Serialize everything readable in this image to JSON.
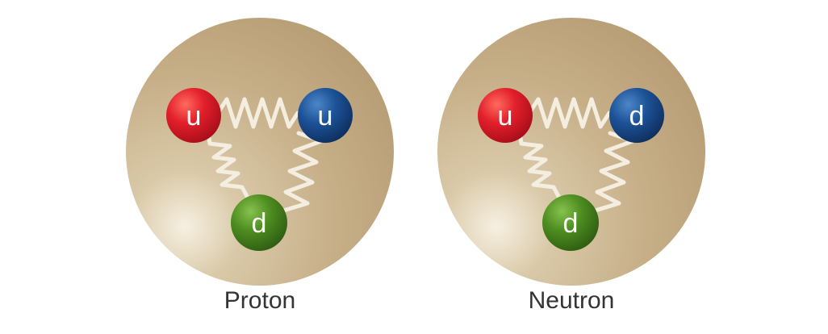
{
  "colors": {
    "background": "#ffffff",
    "nucleon_tan": "#c8b28f",
    "quark_red": "#d7182a",
    "quark_blue": "#1a4c8f",
    "quark_green": "#4c8a1e",
    "gluon_spring": "#f3eedf"
  },
  "particles": [
    {
      "name": "Proton",
      "quarks": [
        {
          "flavor": "u",
          "color": "red"
        },
        {
          "flavor": "u",
          "color": "blue"
        },
        {
          "flavor": "d",
          "color": "green"
        }
      ]
    },
    {
      "name": "Neutron",
      "quarks": [
        {
          "flavor": "u",
          "color": "red"
        },
        {
          "flavor": "d",
          "color": "blue"
        },
        {
          "flavor": "d",
          "color": "green"
        }
      ]
    }
  ]
}
